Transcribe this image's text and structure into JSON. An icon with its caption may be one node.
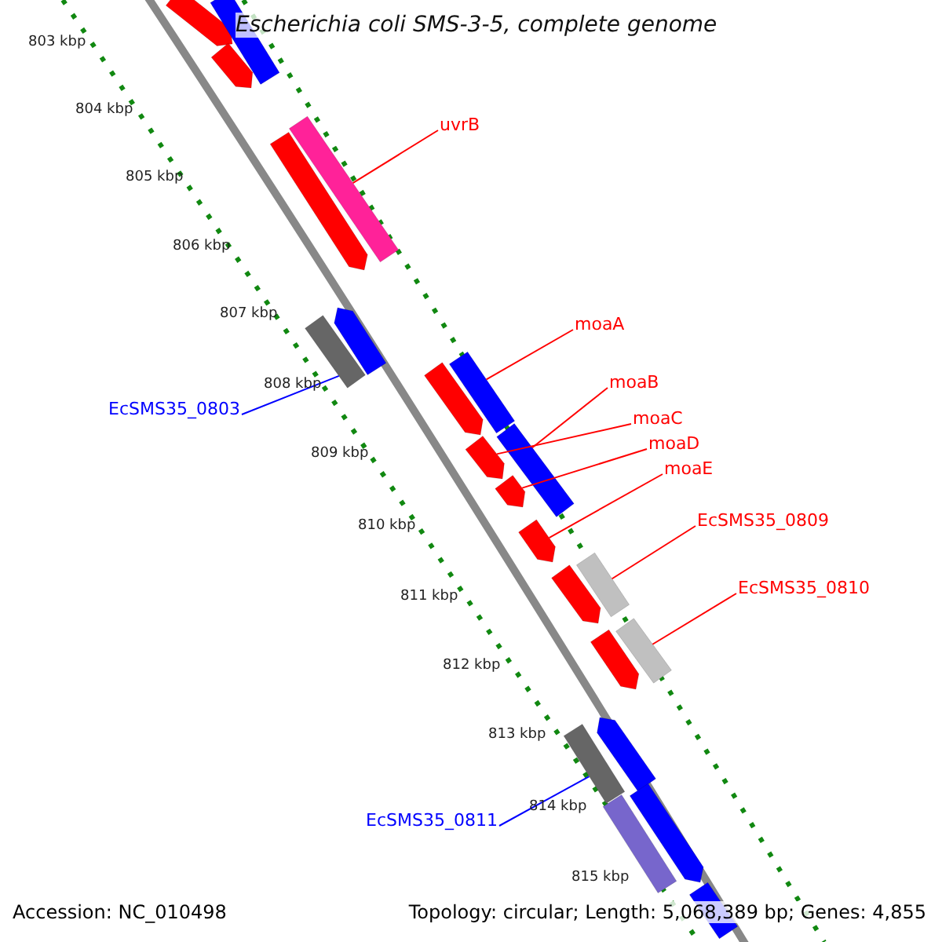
{
  "diagram": {
    "title": "Escherichia coli SMS-3-5, complete genome",
    "nodes": [
      {
        "text": [
          "uvrB"
        ]
      },
      {
        "text": [],
        "shape": "bar"
      },
      {
        "text": [
          "moaA"
        ]
      },
      {
        "text": [],
        "shape": "bar"
      },
      {
        "text": [
          "EcSMS35_0803"
        ]
      },
      {
        "text": [],
        "shape": "bar"
      },
      {
        "text": [
          "moaB"
        ]
      },
      {
        "text": [],
        "shape": "bar"
      },
      {
        "text": [
          "moaC"
        ]
      },
      {
        "text": [],
        "shape": "arrow"
      },
      {
        "text": [
          "moaD"
        ]
      },
      {
        "text": [],
        "shape": "arrow"
      },
      {
        "text": [
          "moaE"
        ]
      },
      {
        "text": [],
        "shape": "arrow"
      },
      {
        "text": [
          "EcSMS35_0809"
        ]
      },
      {
        "text": [],
        "shape": "bar"
      },
      {
        "text": [
          "EcSMS35_0810"
        ]
      },
      {
        "text": [],
        "shape": "bar"
      },
      {
        "text": [
          "EcSMS35_0811"
        ]
      },
      {
        "text": [],
        "shape": "bar"
      },
      {
        "text": [],
        "shape": "arrow"
      },
      {
        "text": [],
        "shape": "arrow"
      },
      {
        "text": [],
        "shape": "bar"
      },
      {
        "text": [],
        "shape": "arrow"
      },
      {
        "text": [],
        "shape": "arrow"
      },
      {
        "text": [],
        "shape": "arrow"
      },
      {
        "text": [],
        "shape": "arrow"
      },
      {
        "text": [],
        "shape": "arrow"
      },
      {
        "text": [],
        "shape": "arrow"
      },
      {
        "text": [],
        "shape": "arrow"
      },
      {
        "text": [],
        "shape": "bar"
      },
      {
        "text": [],
        "shape": "bar"
      }
    ],
    "edges": [
      {
        "from": 0,
        "to": 1,
        "arrow": "none"
      },
      {
        "from": 2,
        "to": 3,
        "arrow": "none"
      },
      {
        "from": 4,
        "to": 5,
        "arrow": "none",
        "color": "#0000ff"
      },
      {
        "from": 6,
        "to": 7,
        "arrow": "none"
      },
      {
        "from": 8,
        "to": 9,
        "arrow": "none"
      },
      {
        "from": 10,
        "to": 11,
        "arrow": "none"
      },
      {
        "from": 12,
        "to": 13,
        "arrow": "none"
      },
      {
        "from": 14,
        "to": 15,
        "arrow": "none"
      },
      {
        "from": 16,
        "to": 17,
        "arrow": "none"
      },
      {
        "from": 18,
        "to": 19,
        "arrow": "none",
        "color": "#0000ff"
      }
    ],
    "labels": [
      "803 kbp",
      "804 kbp",
      "805 kbp",
      "806 kbp",
      "807 kbp",
      "808 kbp",
      "809 kbp",
      "810 kbp",
      "811 kbp",
      "812 kbp",
      "813 kbp",
      "814 kbp",
      "815 kbp",
      "Accession: NC_010498",
      "Topology: circular; Length: 5,068,389 bp; Genes: 4,855"
    ]
  }
}
